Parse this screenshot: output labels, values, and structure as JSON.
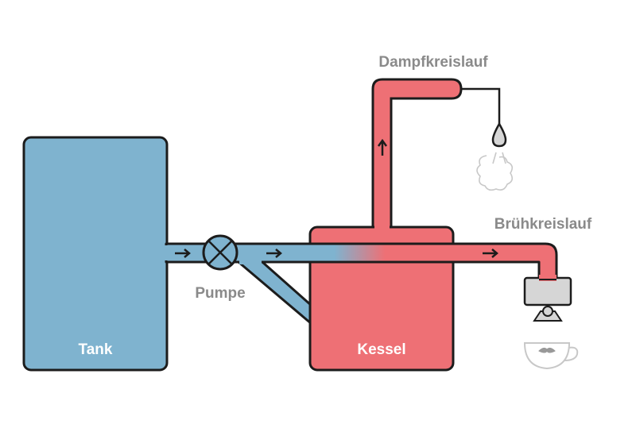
{
  "labels": {
    "tank": "Tank",
    "kessel": "Kessel",
    "pumpe": "Pumpe",
    "dampfkreislauf": "Dampfkreislauf",
    "bruehkreislauf": "Brühkreislauf"
  },
  "colors": {
    "cold_water": "#7fb3cf",
    "hot_water": "#ee7075",
    "outline": "#1c1c1c",
    "label": "#8a8a8a",
    "metal": "#d6d6d6"
  }
}
